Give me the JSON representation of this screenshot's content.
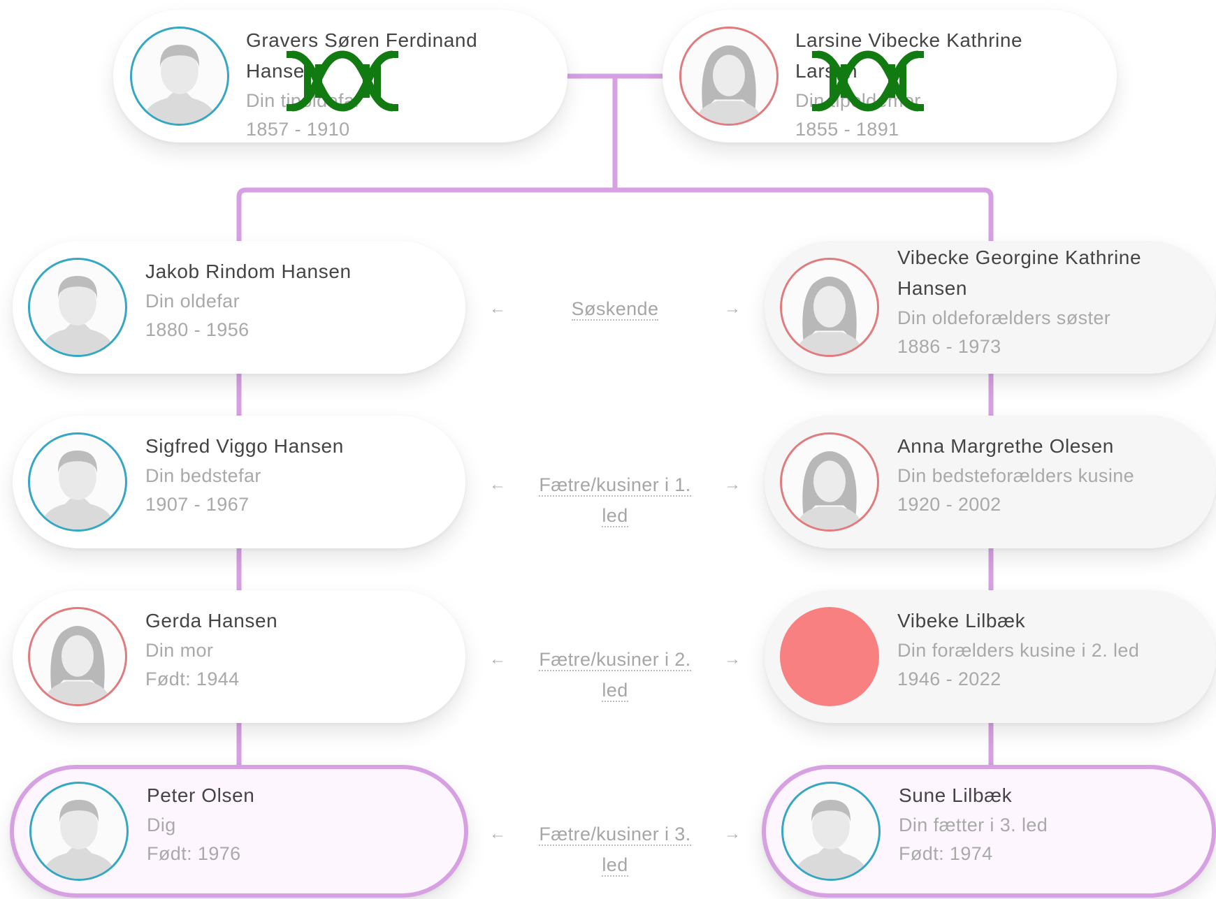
{
  "colors": {
    "connector": "#d6a0e2",
    "male": "#35a7c3",
    "female": "#e07b7e",
    "dna": "#117a11",
    "placeholder_avatar": "#f88080"
  },
  "top_pair": [
    {
      "name_lines": [
        "Gravers Søren Ferdinand",
        "Hansen"
      ],
      "relation": "Din tipoldefar",
      "years": "1857 - 1910",
      "gender": "male",
      "dna_match": true
    },
    {
      "name_lines": [
        "Larsine Vibecke Kathrine",
        "Larsen"
      ],
      "relation": "Din tipoldemor",
      "years": "1855 - 1891",
      "gender": "female",
      "dna_match": true
    }
  ],
  "left_branch": [
    {
      "name_lines": [
        "Jakob Rindom Hansen"
      ],
      "relation": "Din oldefar",
      "years": "1880 - 1956",
      "gender": "male"
    },
    {
      "name_lines": [
        "Sigfred Viggo Hansen"
      ],
      "relation": "Din bedstefar",
      "years": "1907 - 1967",
      "gender": "male"
    },
    {
      "name_lines": [
        "Gerda Hansen"
      ],
      "relation": "Din mor",
      "years": "Født: 1944",
      "gender": "female"
    },
    {
      "name_lines": [
        "Peter Olsen"
      ],
      "relation": "Dig",
      "years": "Født: 1976",
      "gender": "male",
      "is_self": true
    }
  ],
  "right_branch": [
    {
      "name_lines": [
        "Vibecke Georgine Kathrine",
        "Hansen"
      ],
      "relation": "Din oldeforælders søster",
      "years": "1886 - 1973",
      "gender": "female"
    },
    {
      "name_lines": [
        "Anna Margrethe Olesen"
      ],
      "relation": "Din bedsteforælders kusine",
      "years": "1920 - 2002",
      "gender": "female"
    },
    {
      "name_lines": [
        "Vibeke Lilbæk"
      ],
      "relation": "Din forælders kusine i 2. led",
      "years": "1946 - 2022",
      "gender": "placeholder"
    },
    {
      "name_lines": [
        "Sune Lilbæk"
      ],
      "relation": "Din fætter i 3. led",
      "years": "Født: 1974",
      "gender": "male",
      "is_self": true
    }
  ],
  "relationship_labels": [
    {
      "lines": [
        "Søskende"
      ]
    },
    {
      "lines": [
        "Fætre/kusiner i 1.",
        "led"
      ]
    },
    {
      "lines": [
        "Fætre/kusiner i 2.",
        "led"
      ]
    },
    {
      "lines": [
        "Fætre/kusiner i 3.",
        "led"
      ]
    }
  ],
  "arrows": {
    "left": "←",
    "right": "→"
  }
}
